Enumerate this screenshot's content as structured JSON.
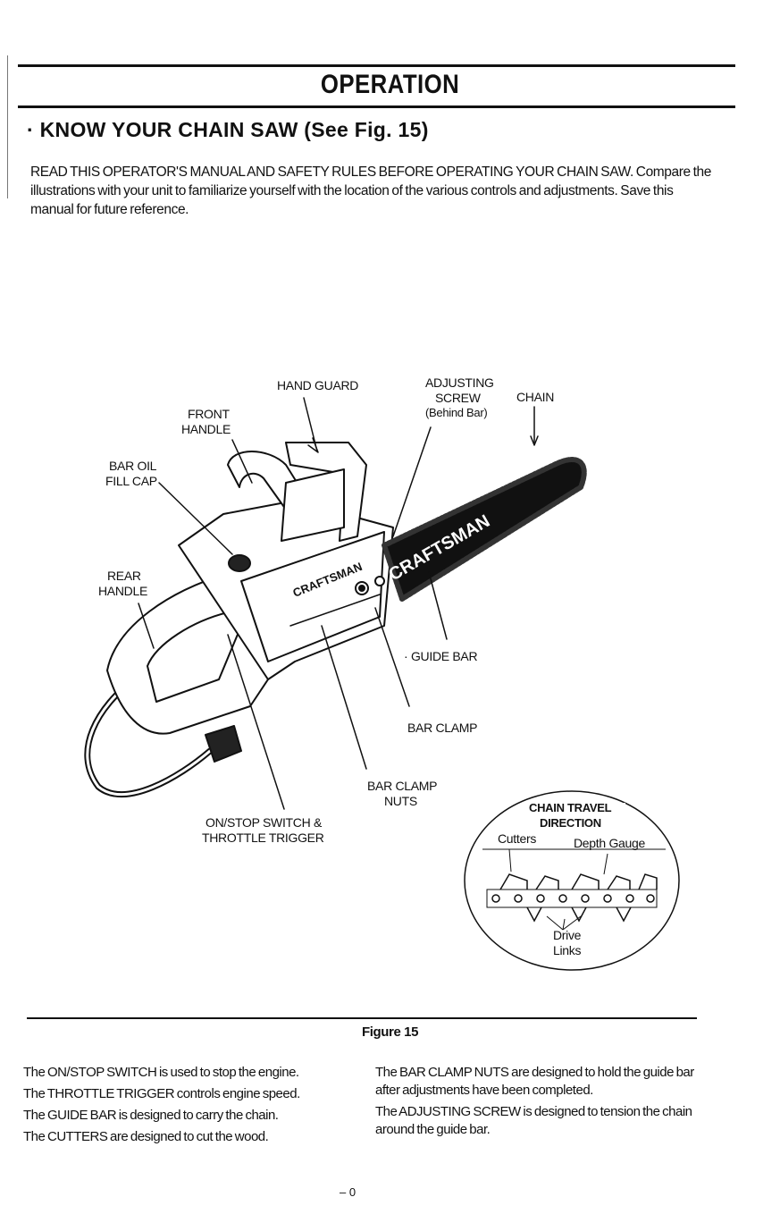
{
  "page": {
    "title": "OPERATION",
    "section_title": "· KNOW YOUR CHAIN SAW (See Fig. 15)",
    "intro": "READ THIS OPERATOR'S MANUAL AND SAFETY RULES BEFORE OPERATING YOUR CHAIN SAW. Compare the illustrations with your unit to familiarize yourself with the location of the various controls and adjustments. Save this manual for future reference.",
    "page_number": "– 0"
  },
  "figure": {
    "caption": "Figure 15",
    "brand": "CRAFTSMAN",
    "labels": {
      "hand_guard": "HAND GUARD",
      "front_handle_1": "FRONT",
      "front_handle_2": "HANDLE",
      "adjusting_1": "ADJUSTING",
      "adjusting_2": "SCREW",
      "adjusting_3": "(Behind Bar)",
      "chain": "CHAIN",
      "bar_oil_1": "BAR OIL",
      "bar_oil_2": "FILL CAP",
      "rear_1": "REAR",
      "rear_2": "HANDLE",
      "guide_bar": "· GUIDE BAR",
      "bar_clamp": "BAR CLAMP",
      "bar_clamp_nuts_1": "BAR CLAMP",
      "bar_clamp_nuts_2": "NUTS",
      "switch_1": "ON/STOP SWITCH &",
      "switch_2": "THROTTLE TRIGGER"
    },
    "inset": {
      "title_1": "CHAIN TRAVEL",
      "title_2": "DIRECTION",
      "cutters": "Cutters",
      "depth_gauge": "Depth Gauge",
      "drive_1": "Drive",
      "drive_2": "Links"
    }
  },
  "descriptions": {
    "left": [
      "The ON/STOP SWITCH is used to stop the engine.",
      "The THROTTLE TRIGGER controls engine speed.",
      "The GUIDE BAR is designed to carry the chain.",
      "The CUTTERS are designed to cut the wood."
    ],
    "right": [
      "The BAR CLAMP NUTS are designed to hold the guide bar",
      "after adjustments have been completed.",
      "The ADJUSTING SCREW is designed to tension the chain",
      "around the guide bar."
    ]
  }
}
